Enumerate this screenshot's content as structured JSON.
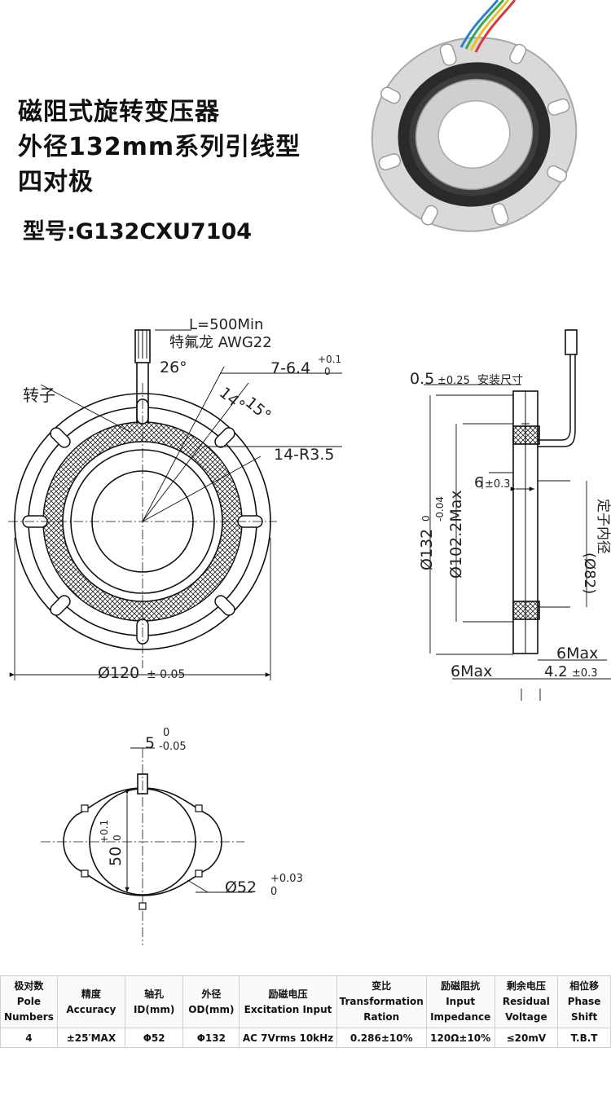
{
  "header": {
    "title_line1": "磁阻式旋转变压器",
    "title_line2": "外径132mm系列引线型",
    "title_line3": "四对极",
    "model": "型号:G132CXU7104"
  },
  "drawing_front": {
    "lead_length": "L=500Min",
    "wire": "特氟龙 AWG22",
    "angle1": "26°",
    "slot_dim": "7-6.4",
    "slot_tol_up": "+0.1",
    "slot_tol_low": "0",
    "angle2": "14°",
    "angle3": "15°",
    "rotor_label": "转子",
    "radius_dim": "14-R3.5",
    "od_dim": "Ø120",
    "od_tol": "± 0.05"
  },
  "drawing_side": {
    "mount_dim": "0.5",
    "mount_tol": "±0.25",
    "mount_label": "安装尺寸",
    "od132": "Ø132",
    "od132_tol_up": "0",
    "od132_tol_low": "-0.04",
    "od102": "Ø102.2Max",
    "thick6": "6",
    "thick6_tol": "±0.3",
    "id82": "(Ø82)",
    "stator_id": "定子内径",
    "max6_right": "6Max",
    "max6_left": "6Max",
    "thick42": "4.2",
    "thick42_tol": "±0.3"
  },
  "drawing_rotor": {
    "key_dim": "5",
    "key_tol_up": "0",
    "key_tol_low": "-0.05",
    "height_dim": "50",
    "height_tol_up": "+0.1",
    "height_tol_low": "0",
    "bore_dim": "Ø52",
    "bore_tol_up": "+0.03",
    "bore_tol_low": "0"
  },
  "spec_table": {
    "headers": [
      [
        "极对数",
        "Pole",
        "Numbers"
      ],
      [
        "精度",
        "Accuracy"
      ],
      [
        "轴孔",
        "ID(mm)"
      ],
      [
        "外径",
        "OD(mm)"
      ],
      [
        "励磁电压",
        "Excitation Input"
      ],
      [
        "变比",
        "Transformation",
        "Ration"
      ],
      [
        "励磁阻抗",
        "Input",
        "Impedance"
      ],
      [
        "剩余电压",
        "Residual",
        "Voltage"
      ],
      [
        "相位移",
        "Phase",
        "Shift"
      ]
    ],
    "row": [
      "4",
      "±25′MAX",
      "Φ52",
      "Φ132",
      "AC 7Vrms 10kHz",
      "0.286±10%",
      "120Ω±10%",
      "≤20mV",
      "T.B.T"
    ]
  }
}
